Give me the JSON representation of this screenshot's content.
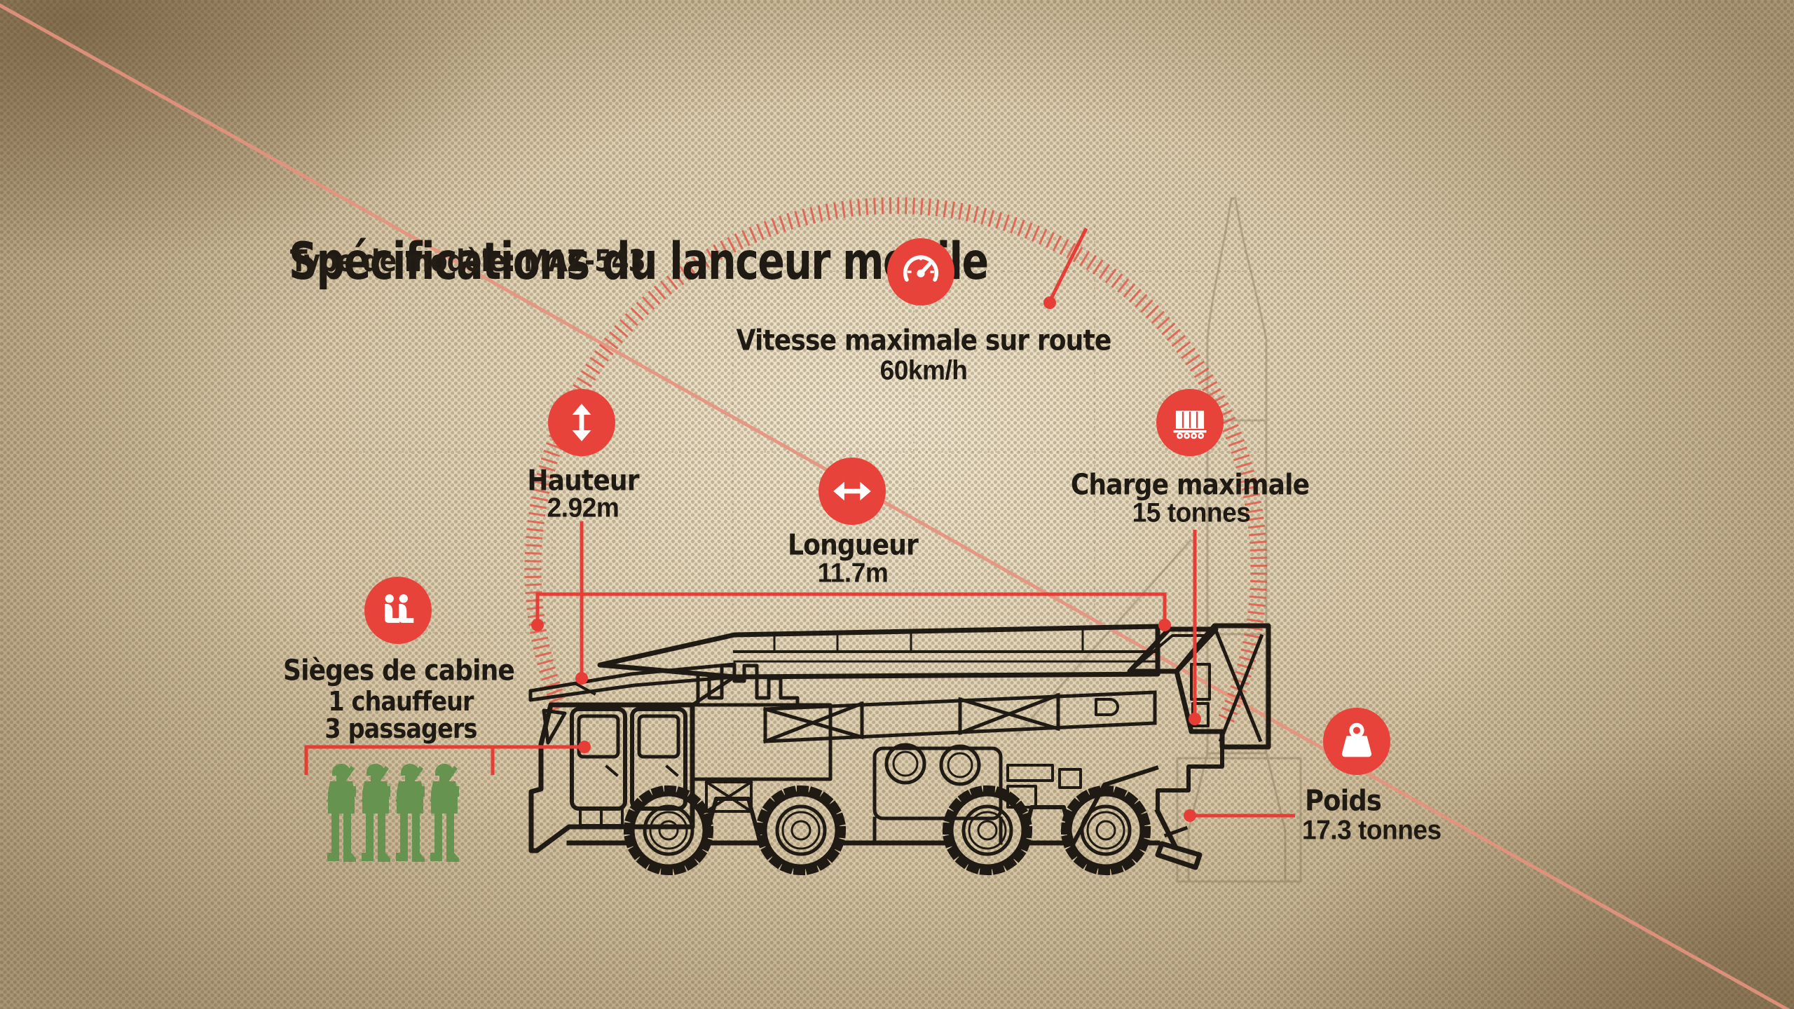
{
  "title": "Spécifications du lanceur mobile",
  "subtitle": "Type de modèle: MAZ-543",
  "specs": {
    "speed": {
      "icon": "speedometer-icon",
      "label": "Vitesse maximale sur route",
      "value": "60km/h"
    },
    "height": {
      "icon": "vertical-arrow-icon",
      "label": "Hauteur",
      "value": "2.92m"
    },
    "length": {
      "icon": "horizontal-arrow-icon",
      "label": "Longueur",
      "value": "11.7m"
    },
    "payload": {
      "icon": "cargo-trailer-icon",
      "label": "Charge maximale",
      "value": "15 tonnes"
    },
    "cabin": {
      "icon": "cabin-seats-icon",
      "label": "Sièges de cabine",
      "value_line1": "1 chauffeur",
      "value_line2": "3 passagers"
    },
    "weight": {
      "icon": "weight-icon",
      "label": "Poids",
      "value": "17.3 tonnes"
    }
  },
  "illustrations": {
    "vehicle": "MAZ-543 transporter-erector-launcher line drawing",
    "crew": "4 soldier silhouettes",
    "ghost": "faint erected missile outline"
  },
  "colors": {
    "accent_red": "#e8433a",
    "pointer_red": "#e63e36",
    "salmon_line": "#e6937f",
    "ink": "#201a14",
    "soldier_green": "#66934f",
    "paper": "#d5c4a2"
  }
}
